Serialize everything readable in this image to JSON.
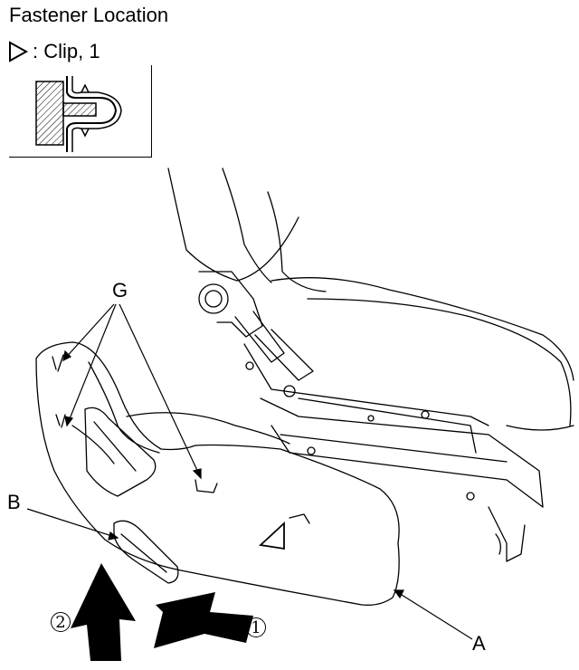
{
  "figure": {
    "title": "Fastener Location",
    "legend": {
      "symbol": "triangle-clip-icon",
      "text": ": Clip, 1"
    },
    "callouts": {
      "g": "G",
      "b": "B",
      "a": "A"
    },
    "steps": {
      "one": "1",
      "two": "2"
    }
  }
}
